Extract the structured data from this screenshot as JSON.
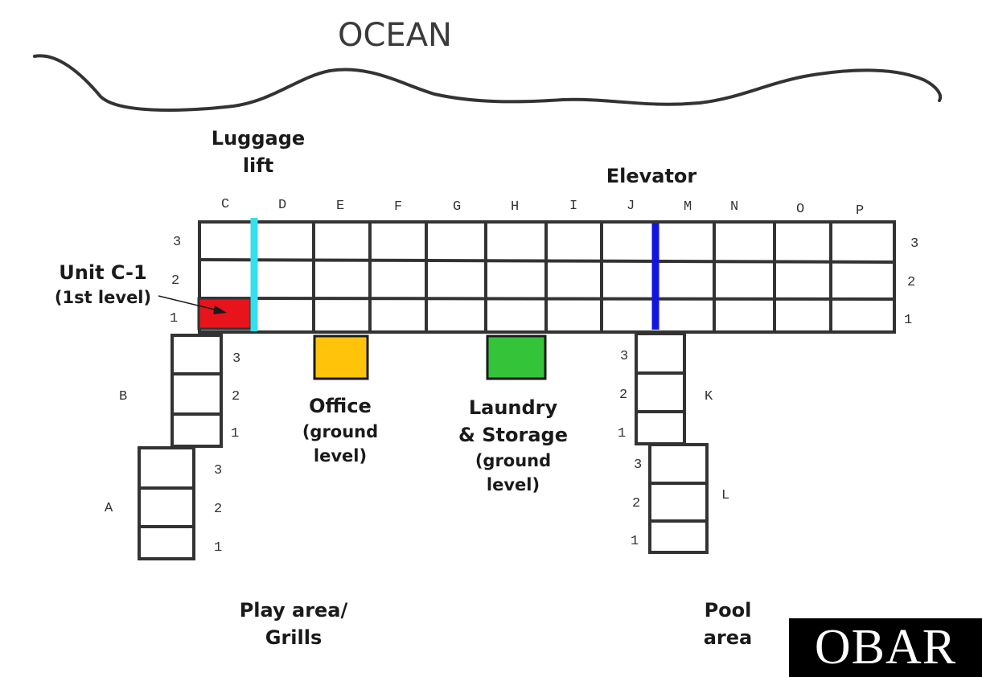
{
  "ocean_label": "OCEAN",
  "labels": {
    "luggage_lift_1": "Luggage",
    "luggage_lift_2": "lift",
    "elevator": "Elevator",
    "unit_c1": "Unit C-1",
    "unit_c1_level": "(1st level)",
    "office": "Office",
    "office_sub_1": "(ground",
    "office_sub_2": "level)",
    "laundry_1": "Laundry",
    "laundry_2": "& Storage",
    "laundry_sub_1": "(ground",
    "laundry_sub_2": "level)",
    "play_1": "Play area/",
    "play_2": "Grills",
    "pool_1": "Pool",
    "pool_2": "area"
  },
  "columns": [
    "C",
    "D",
    "E",
    "F",
    "G",
    "H",
    "I",
    "J",
    "M",
    "N",
    "O",
    "P"
  ],
  "building_labels": {
    "A": "A",
    "B": "B",
    "K": "K",
    "L": "L"
  },
  "floors": [
    "3",
    "2",
    "1"
  ],
  "colors": {
    "unit_c1": "#e8141b",
    "luggage_lift": "#33e0ee",
    "elevator": "#1414e0",
    "office": "#ffc40a",
    "laundry": "#33c43a",
    "ink": "#333333"
  },
  "logo": "OBAR"
}
